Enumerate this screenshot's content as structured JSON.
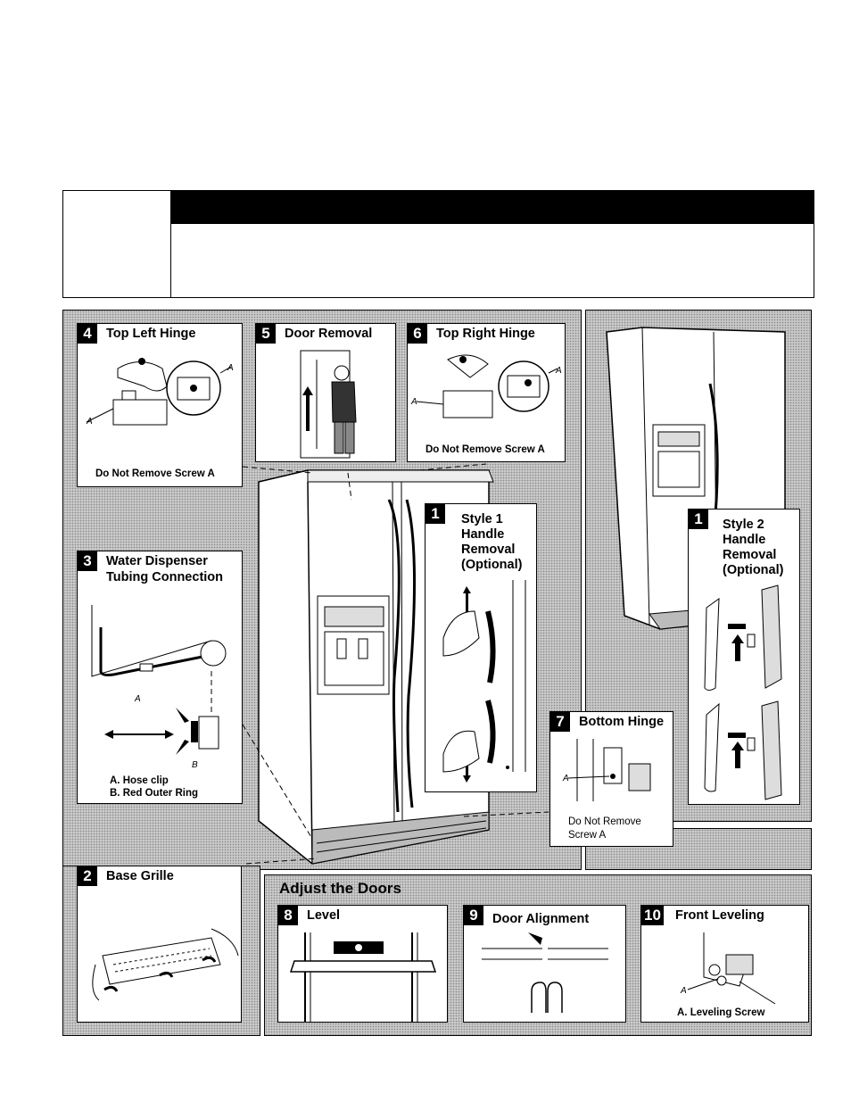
{
  "steps": {
    "top_left_hinge": {
      "num": "4",
      "title": "Top Left Hinge",
      "caption": "Do Not Remove Screw A",
      "label_a": "A"
    },
    "door_removal": {
      "num": "5",
      "title": "Door Removal"
    },
    "top_right_hinge": {
      "num": "6",
      "title": "Top Right Hinge",
      "caption": "Do Not Remove Screw A",
      "label_a": "A"
    },
    "water_tubing": {
      "num": "3",
      "title_line1": "Water Dispenser",
      "title_line2": "Tubing Connection",
      "caption_line1": "A. Hose clip",
      "caption_line2": "B. Red Outer Ring",
      "label_a": "A",
      "label_b": "B"
    },
    "style1_handle": {
      "num": "1",
      "title_line1": "Style 1",
      "title_line2": "Handle",
      "title_line3": "Removal",
      "title_line4": "(Optional)"
    },
    "style2_handle": {
      "num": "1",
      "title_line1": "Style 2",
      "title_line2": "Handle",
      "title_line3": "Removal",
      "title_line4": "(Optional)"
    },
    "bottom_hinge": {
      "num": "7",
      "title": "Bottom Hinge",
      "caption_line1": "Do Not Remove",
      "caption_line2": "Screw A",
      "label_a": "A"
    },
    "base_grille": {
      "num": "2",
      "title": "Base Grille"
    },
    "level": {
      "num": "8",
      "title": "Level"
    },
    "door_alignment": {
      "num": "9",
      "title": "Door Alignment"
    },
    "front_leveling": {
      "num": "10",
      "title": "Front Leveling",
      "caption": "A. Leveling Screw",
      "label_a": "A"
    }
  },
  "adjust_doors": {
    "heading": "Adjust the Doors"
  }
}
